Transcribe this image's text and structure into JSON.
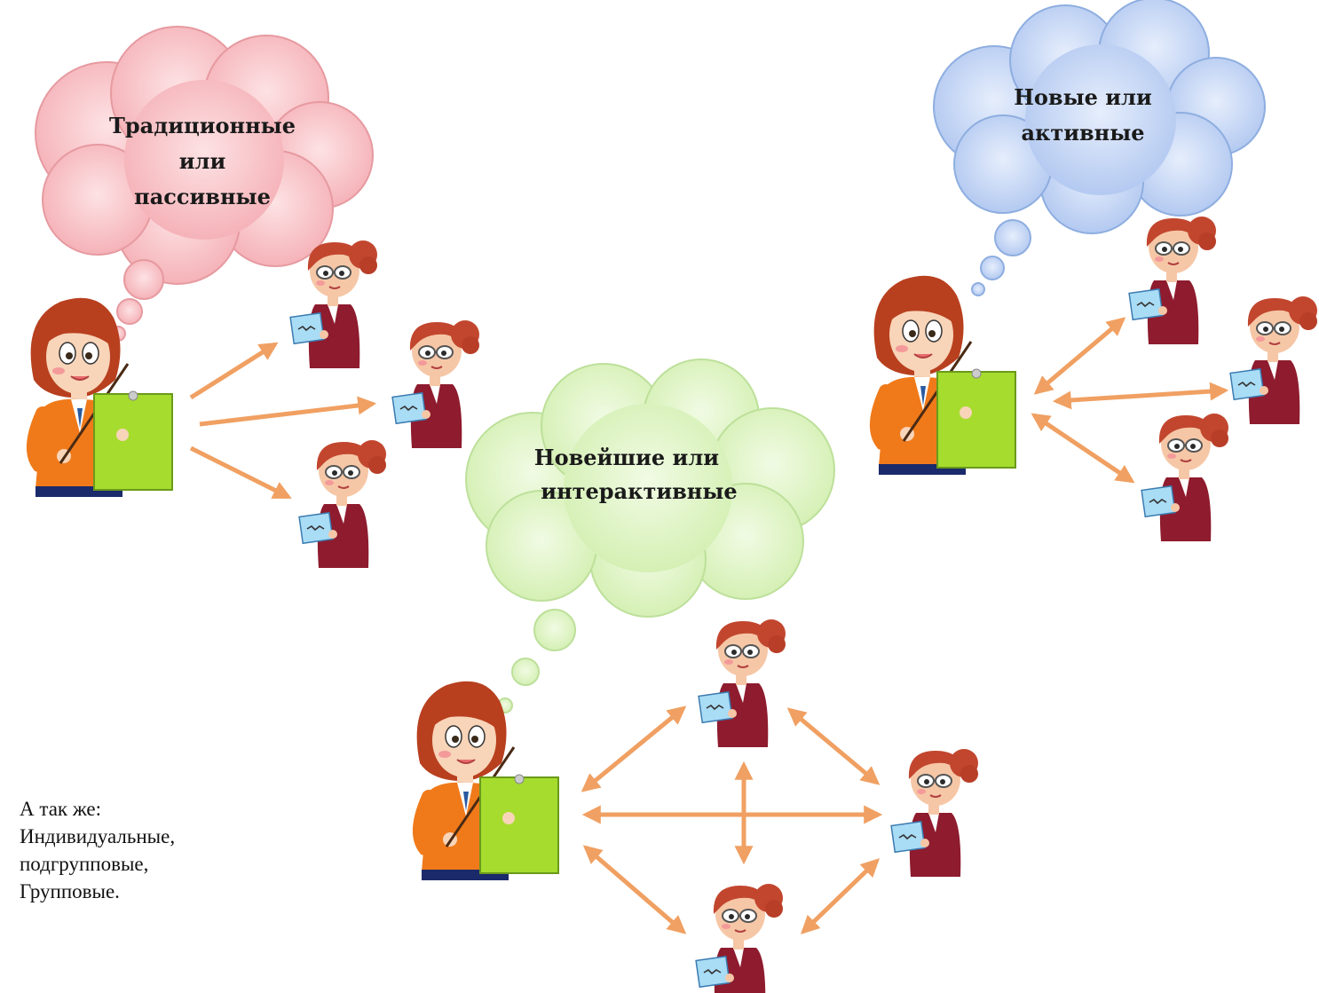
{
  "colors": {
    "cloud_traditional": "#f4b3b8",
    "cloud_active": "#b8cdf2",
    "cloud_interactive": "#d8f2b8",
    "arrow": "#f0a062",
    "board": "#a6dc2e",
    "teacher_jacket": "#f07a1a",
    "teacher_hair": "#b8401f",
    "student_jacket": "#8e1b2e"
  },
  "clouds": {
    "traditional": {
      "lines": [
        "Традиционные",
        "или",
        "пассивные"
      ]
    },
    "active": {
      "lines": [
        "Новые или",
        "активные"
      ]
    },
    "interactive": {
      "lines": [
        "Новейшие или",
        "интерактивные"
      ]
    }
  },
  "note": {
    "lines": [
      "А так же:",
      "Индивидуальные,",
      "подгрупповые,",
      "Групповые."
    ]
  },
  "icons": [
    "teacher-icon",
    "student-icon",
    "thought-cloud-icon",
    "arrow-icon"
  ]
}
